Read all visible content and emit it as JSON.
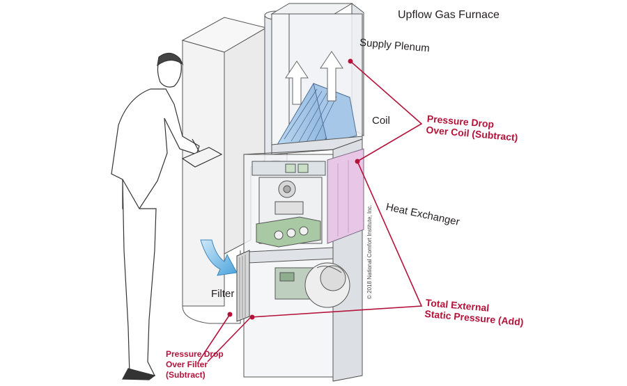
{
  "title": "Upflow Gas Furnace",
  "labels": {
    "supply_plenum": "Supply Plenum",
    "coil": "Coil",
    "heat_exchanger": "Heat Exchanger",
    "filter": "Filter"
  },
  "callouts": {
    "coil_drop": {
      "line1": "Pressure Drop",
      "line2": "Over Coil (Subtract)"
    },
    "total_static": {
      "line1": "Total External",
      "line2": "Static Pressure (Add)"
    },
    "filter_drop": {
      "line1": "Pressure Drop",
      "line2": "Over Filter",
      "line3": "(Subtract)"
    }
  },
  "copyright": "© 2018 National Comfort Institute, Inc.",
  "colors": {
    "callout_red": "#b5123a",
    "coil_blue": "#8fb8df",
    "heat_exchanger_pink": "#e7c6e6",
    "burner_green": "#a9c9a4",
    "airflow_blue": "#6fb6e6"
  }
}
